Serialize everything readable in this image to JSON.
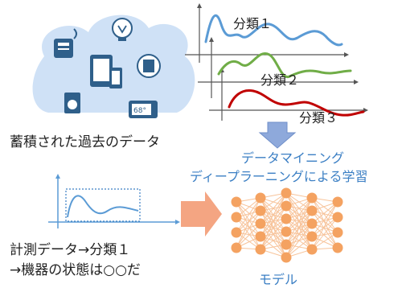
{
  "cloud": {
    "caption": "蓄積された過去のデータ",
    "device_icons": [
      "thermostat-icon",
      "lightbulb-icon",
      "wifi-device-icon",
      "tablet-phone-icon",
      "washing-machine-icon",
      "water-heater-icon",
      "display-68-icon"
    ],
    "thermo_reading": "68°"
  },
  "series_labels": [
    "分類１",
    "分類２",
    "分類３"
  ],
  "series_colors": {
    "c1": "#5b9bd5",
    "c2": "#70ad47",
    "c3": "#c00000"
  },
  "mining": {
    "line1": "データマイニング",
    "line2": "ディープラーニングによる学習"
  },
  "measurement": {
    "line1": "計測データ→分類１",
    "line2": "→機器の状態は○○だ"
  },
  "model": {
    "label": "モデル",
    "node_color": "#f4a261"
  }
}
